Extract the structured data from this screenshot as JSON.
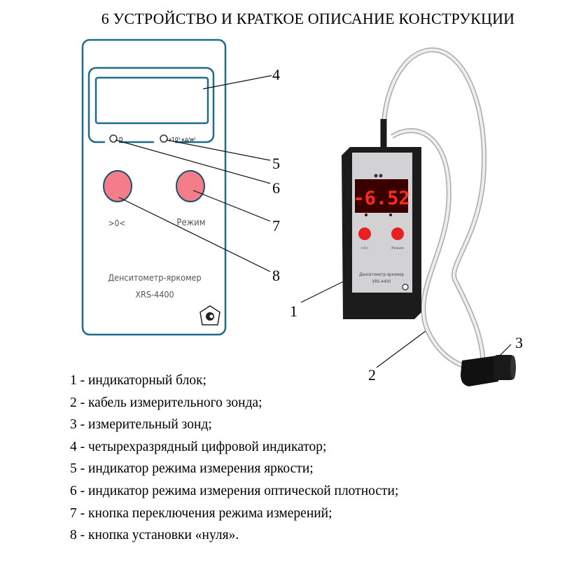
{
  "title": "6   УСТРОЙСТВО И КРАТКОЕ ОПИСАНИЕ КОНСТРУКЦИИ",
  "diagram": {
    "indicator_d_label": "D",
    "indicator_lum_label": "x10³ кд/м²",
    "button_zero_label": ">0<",
    "button_mode_label": "Режим",
    "device_name": "Денситометр-яркомер",
    "device_model": "XRS-4400",
    "callouts": [
      "4",
      "5",
      "6",
      "7",
      "8"
    ],
    "outline_color": "#1e6b8c",
    "button_color": "#f07080"
  },
  "photo": {
    "display_value": "-6.52",
    "button_zero_label": ">0<",
    "button_mode_label": "Режим",
    "device_name": "Денситометр-яркомер",
    "device_model": "XRS-4400",
    "callouts": [
      "1",
      "2",
      "3"
    ]
  },
  "legend": [
    "1 - индикаторный блок;",
    "2 - кабель измерительного зонда;",
    "3 - измерительный зонд;",
    "4 - четырехразрядный цифровой индикатор;",
    "5 - индикатор режима измерения яркости;",
    "6 - индикатор режима измерения оптической плотности;",
    "7 - кнопка переключения режима измерений;",
    "8 - кнопка установки «нуля»."
  ]
}
